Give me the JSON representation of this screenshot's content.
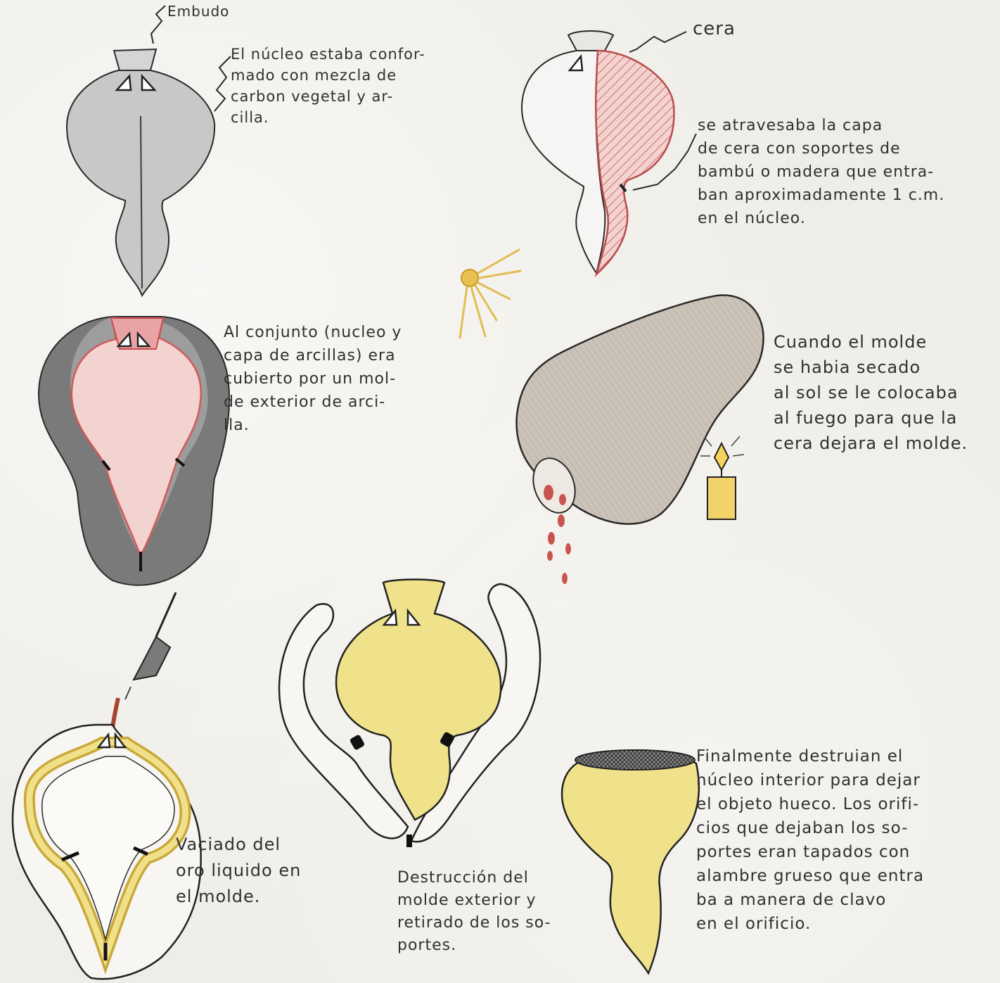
{
  "colors": {
    "paper": "#efede7",
    "outline": "#2a2a2a",
    "core_gray": "#c8c7c7",
    "wax_red": "#d77a7a",
    "wax_fill": "#f0c9c4",
    "clay_dark": "#6f6f6f",
    "clay_light": "#cdc5bb",
    "gold": "#e8d978",
    "gold_edge": "#c9b24a",
    "sun": "#e7c24f",
    "candle": "#f2d36a"
  },
  "labels": {
    "funnel": "Embudo",
    "wax": "cera"
  },
  "notes": {
    "core": "El núcleo estaba confor-\nmado con mezcla de\ncarbon vegetal y ar-\ncilla.",
    "wax_supports": "se atravesaba la capa\nde cera con soportes de\nbambú o madera que entra-\nban aproximadamente 1 c.m.\nen el núcleo.",
    "outer_mold": "Al conjunto (nucleo y\ncapa de arcillas) era\ncubierto por un mol-\nde exterior de arci-\nlla.",
    "fire": "Cuando el molde\nse habia secado\nal sol se le colocaba\nal fuego para que la\ncera dejara el molde.",
    "pour": "Vaciado del\noro liquido en\nel molde.",
    "destroy": "Destrucción del\nmolde exterior y\nretirado de los so-\nportes.",
    "final": "Finalmente destruian el\nnúcleo interior para dejar\nel objeto hueco. Los orifi-\ncios que dejaban los so-\nportes eran tapados con\nalambre grueso que entra\nba a manera de clavo\nen el orificio."
  },
  "icons": [
    "sun-icon",
    "candle-icon",
    "wax-drops-icon",
    "crucible-icon"
  ]
}
